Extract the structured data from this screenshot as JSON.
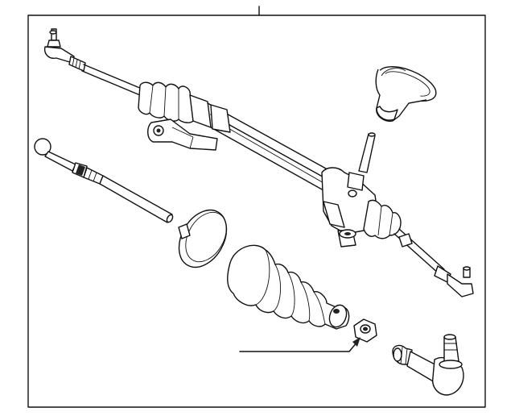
{
  "diagram": {
    "labels": [],
    "parts": [
      {
        "id": "gear-assembly"
      },
      {
        "id": "tie-rod-end-left"
      },
      {
        "id": "inner-tie-rod"
      },
      {
        "id": "boot-clamp"
      },
      {
        "id": "bellows-boot"
      },
      {
        "id": "jam-nut"
      },
      {
        "id": "tie-rod-end-right"
      },
      {
        "id": "column-boot"
      }
    ]
  }
}
